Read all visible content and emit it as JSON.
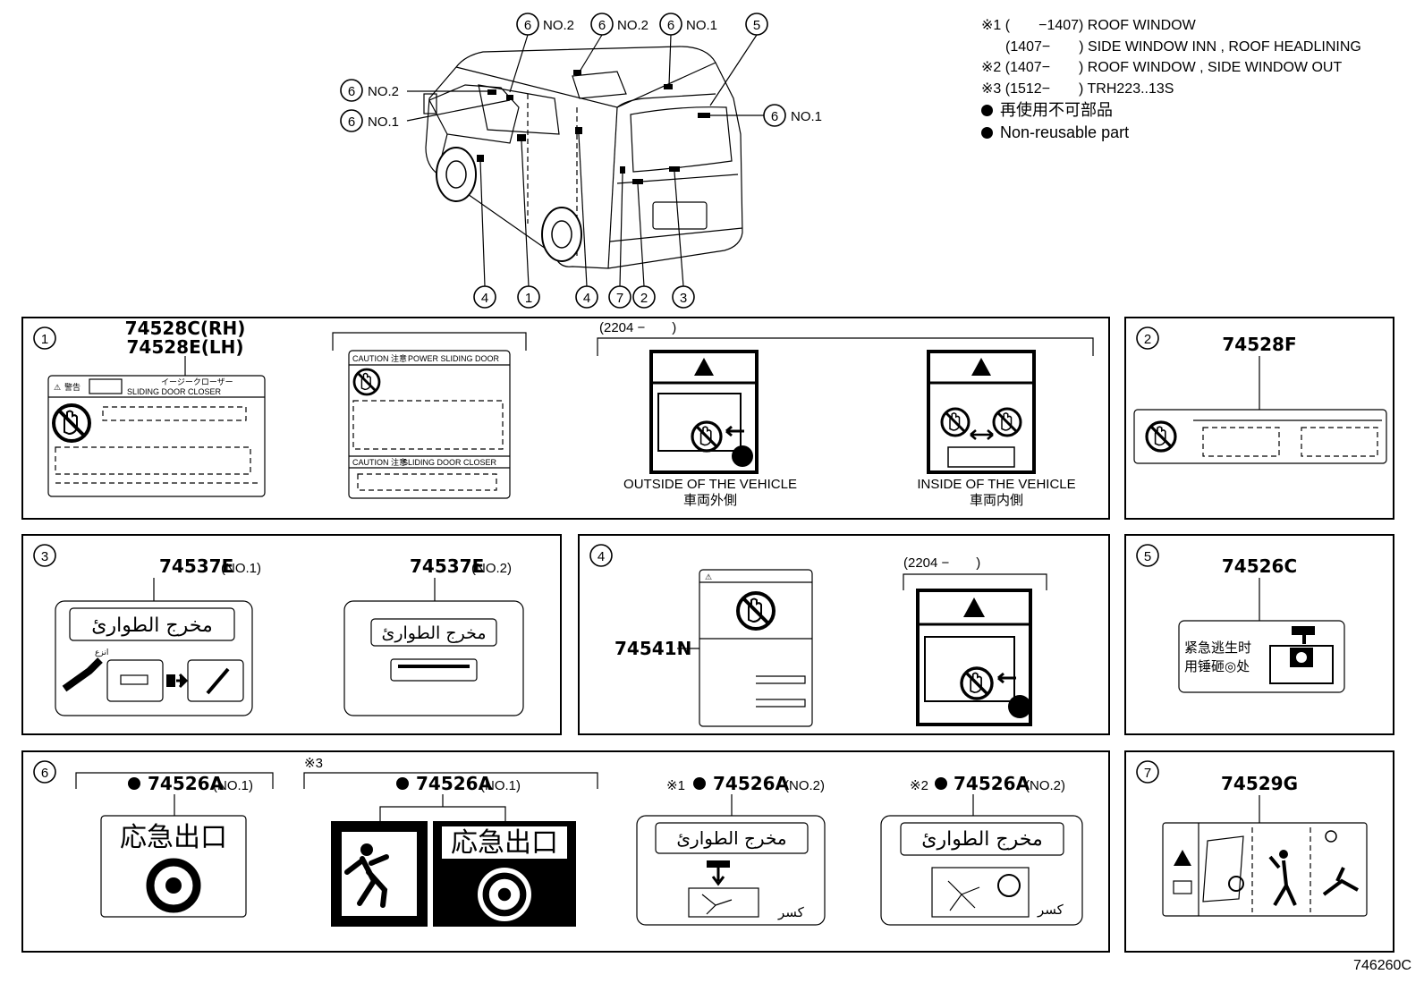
{
  "notes": [
    {
      "mark": "※1",
      "text": "(　　−1407) ROOF WINDOW"
    },
    {
      "mark": "",
      "text": "(1407−　　) SIDE WINDOW INN , ROOF HEADLINING"
    },
    {
      "mark": "※2",
      "text": "(1407−　　) ROOF WINDOW , SIDE WINDOW OUT"
    },
    {
      "mark": "※3",
      "text": "(1512−　　) TRH223..13S"
    }
  ],
  "legend": [
    "再使用不可部品",
    "Non-reusable part"
  ],
  "callouts": {
    "no1": "NO.1",
    "no2": "NO.2",
    "n1": "1",
    "n2": "2",
    "n3": "3",
    "n4": "4",
    "n5": "5",
    "n6": "6",
    "n7": "7"
  },
  "panel1": {
    "num": "1",
    "part_a": "74528C(RH)",
    "part_b": "74528E(LH)",
    "label_jp1": "警告",
    "label_jp2": "イージークローザー",
    "label_en": "SLIDING DOOR CLOSER",
    "label2_hdr": "CAUTION 注意",
    "label2_title": "POWER SLIDING DOOR",
    "label2_title2": "SLIDING DOOR CLOSER",
    "range": "(2204 −　　)",
    "outside_en": "OUTSIDE OF THE VEHICLE",
    "outside_jp": "車両外側",
    "inside_en": "INSIDE OF THE VEHICLE",
    "inside_jp": "車両内側"
  },
  "panel2": {
    "num": "2",
    "part": "74528F"
  },
  "panel3": {
    "num": "3",
    "part": "74537E",
    "suffix1": "(NO.1)",
    "suffix2": "(NO.2)",
    "arabic": "مخرج الطوارئ",
    "pull": "انزع"
  },
  "panel4": {
    "num": "4",
    "part": "74541N",
    "range": "(2204 −　　)"
  },
  "panel5": {
    "num": "5",
    "part": "74526C",
    "text1": "紧急逃生时",
    "text2": "用锤砸◎处"
  },
  "panel6": {
    "num": "6",
    "part": "74526A",
    "suffix1": "(NO.1)",
    "suffix2": "(NO.2)",
    "mark1": "※1",
    "mark2": "※2",
    "mark3": "※3",
    "exit_jp": "応急出口",
    "arabic": "مخرج الطوارئ",
    "break": "كسر"
  },
  "panel7": {
    "num": "7",
    "part": "74529G"
  },
  "footer_code": "746260C"
}
